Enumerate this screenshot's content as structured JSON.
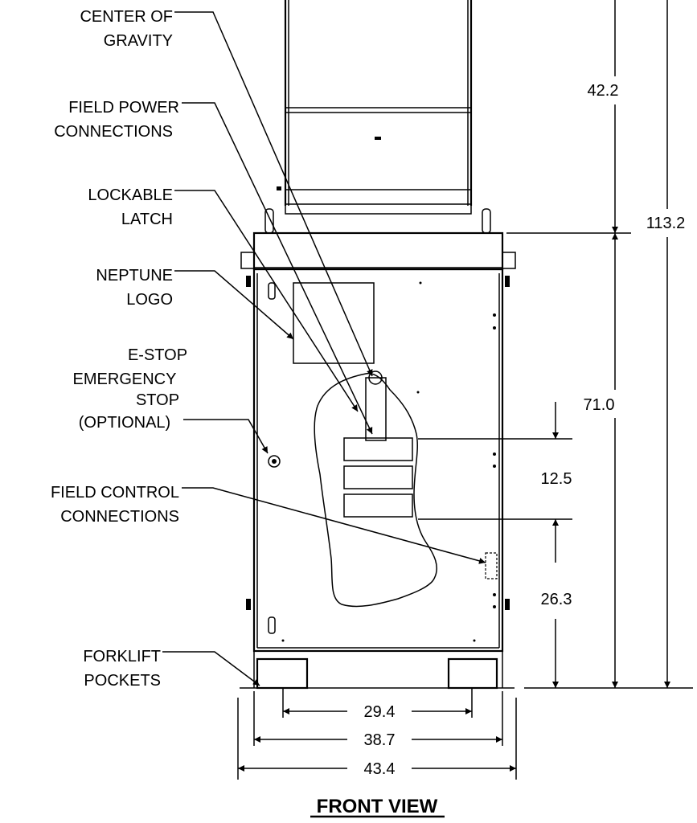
{
  "callouts": {
    "center_of_gravity": [
      "CENTER OF",
      "GRAVITY"
    ],
    "field_power": [
      "FIELD POWER",
      "CONNECTIONS"
    ],
    "lockable_latch": [
      "LOCKABLE",
      "LATCH"
    ],
    "neptune_logo": [
      "NEPTUNE",
      "LOGO"
    ],
    "estop": [
      "E-STOP",
      "EMERGENCY",
      "STOP",
      "(OPTIONAL)"
    ],
    "field_control": [
      "FIELD CONTROL",
      "CONNECTIONS"
    ],
    "forklift": [
      "FORKLIFT",
      "POCKETS"
    ]
  },
  "dimensions": {
    "upper_height": "42.2",
    "overall_height": "113.2",
    "cabinet_height": "71.0",
    "terminal_span": "12.5",
    "base_to_terminal": "26.3",
    "pocket_spacing": "29.4",
    "cabinet_width": "38.7",
    "overall_width": "43.4"
  },
  "title": "FRONT VIEW"
}
